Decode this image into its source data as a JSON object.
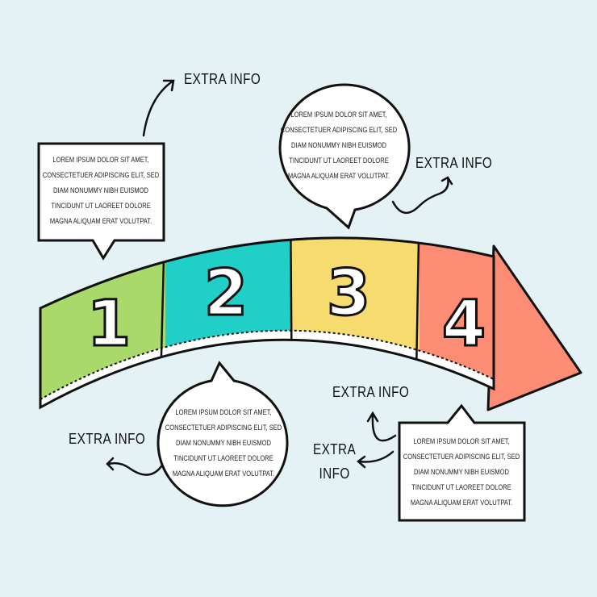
{
  "steps": [
    {
      "number": "1",
      "color": "#a8d96a"
    },
    {
      "number": "2",
      "color": "#1fcfc8"
    },
    {
      "number": "3",
      "color": "#f6dc6e"
    },
    {
      "number": "4",
      "color": "#fc8c74"
    }
  ],
  "callouts": [
    {
      "label": "EXTRA INFO",
      "text": [
        "LOREM IPSUM DOLOR SIT AMET,",
        "CONSECTETUER ADIPISCING ELIT, SED",
        "DIAM NONUMMY NIBH EUISMOD",
        "TINCIDUNT UT LAOREET DOLORE",
        "MAGNA ALIQUAM ERAT VOLUTPAT."
      ]
    },
    {
      "label": "EXTRA INFO",
      "text": [
        "LOREM IPSUM DOLOR SIT AMET,",
        "CONSECTETUER ADIPISCING ELIT, SED",
        "DIAM NONUMMY NIBH EUISMOD",
        "TINCIDUNT UT LAOREET DOLORE",
        "MAGNA ALIQUAM ERAT VOLUTPAT."
      ]
    },
    {
      "label": "EXTRA INFO",
      "text": [
        "LOREM IPSUM DOLOR SIT AMET,",
        "CONSECTETUER ADIPISCING ELIT, SED",
        "DIAM NONUMMY NIBH EUISMOD",
        "TINCIDUNT UT LAOREET DOLORE",
        "MAGNA ALIQUAM ERAT VOLUTPAT."
      ]
    },
    {
      "label_line1": "EXTRA",
      "label_line2": "INFO",
      "label_alt": "EXTRA INFO",
      "text": [
        "LOREM IPSUM DOLOR SIT AMET,",
        "CONSECTETUER ADIPISCING ELIT, SED",
        "DIAM NONUMMY NIBH EUISMOD",
        "TINCIDUNT UT LAOREET DOLORE",
        "MAGNA ALIQUAM ERAT VOLUTPAT."
      ]
    }
  ]
}
